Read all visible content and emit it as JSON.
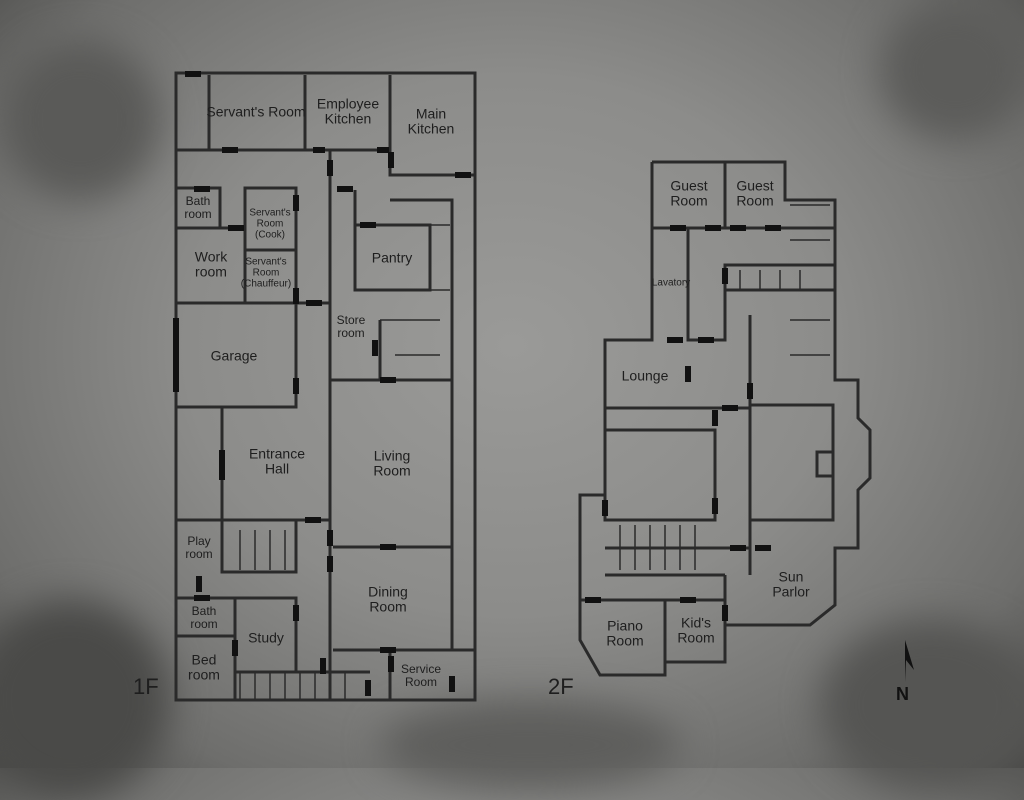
{
  "floors": [
    {
      "label": "1F",
      "rooms": [
        "Servant's Room",
        "Employee Kitchen",
        "Main Kitchen",
        "Bath room",
        "Servant's Room (Cook)",
        "Servant's Room (Chauffeur)",
        "Work room",
        "Pantry",
        "Store room",
        "Garage",
        "Entrance Hall",
        "Living Room",
        "Play room",
        "Dining Room",
        "Bath room",
        "Study",
        "Bed room",
        "Service Room"
      ]
    },
    {
      "label": "2F",
      "rooms": [
        "Guest Room",
        "Guest Room",
        "Lavatory",
        "Lounge",
        "Sun Parlor",
        "Piano Room",
        "Kid's Room"
      ]
    }
  ],
  "compass": {
    "label": "N",
    "icon": "north-arrow-icon"
  },
  "colors": {
    "wall": "#2a2a2a",
    "door": "#111111",
    "background": "#8c8c8a"
  }
}
